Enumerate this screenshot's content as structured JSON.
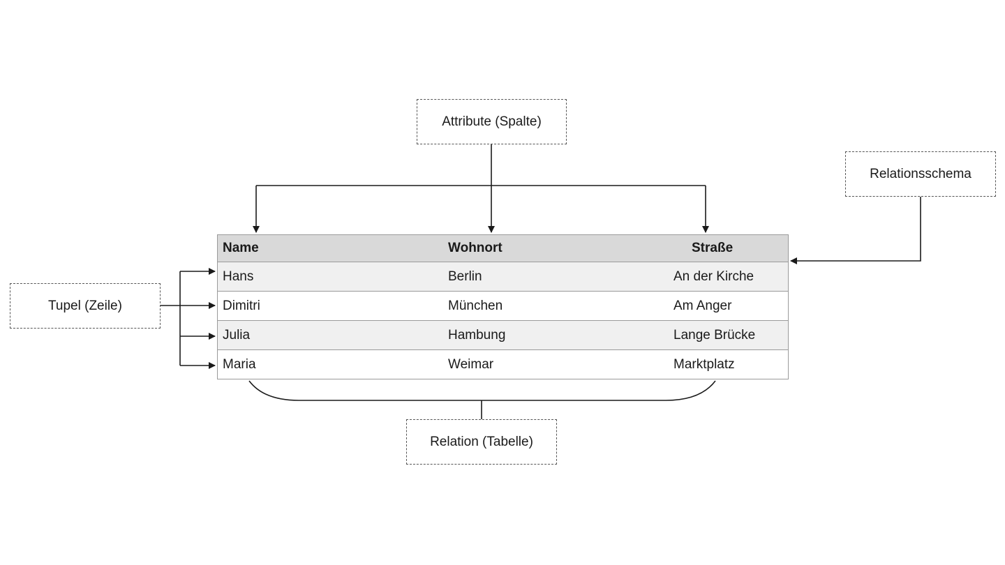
{
  "labels": {
    "attribute": "Attribute (Spalte)",
    "schema": "Relationsschema",
    "tupel": "Tupel (Zeile)",
    "relation": "Relation (Tabelle)"
  },
  "table": {
    "headers": [
      "Name",
      "Wohnort",
      "Straße"
    ],
    "rows": [
      [
        "Hans",
        "Berlin",
        "An der Kirche"
      ],
      [
        "Dimitri",
        "München",
        "Am Anger"
      ],
      [
        "Julia",
        "Hambung",
        "Lange Brücke"
      ],
      [
        "Maria",
        "Weimar",
        "Marktplatz"
      ]
    ]
  },
  "colors": {
    "header_bg": "#d9d9d9",
    "row_shade": "#f0f0f0",
    "line": "#1a1a1a",
    "dashed_border": "#555555"
  }
}
